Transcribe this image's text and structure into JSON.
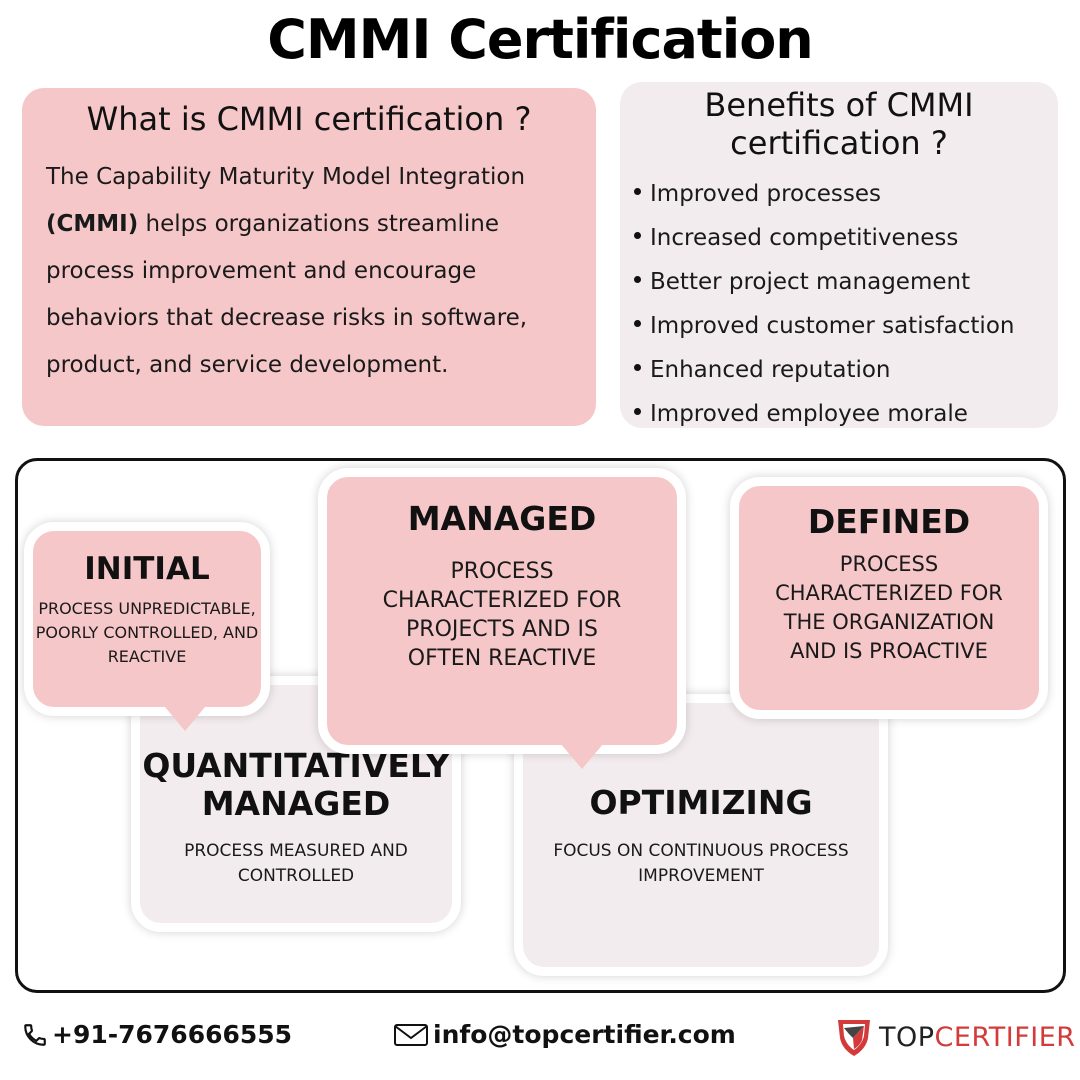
{
  "title": "CMMI Certification",
  "what": {
    "heading": "What is CMMI certification ?",
    "body_start": "The Capability Maturity Model Integration ",
    "body_bold": "(CMMI)",
    "body_end": " helps organizations streamline process improvement and encourage behaviors that decrease risks in software, product, and service development."
  },
  "benefits": {
    "heading_line1": "Benefits of CMMI",
    "heading_line2": "certification ?",
    "items": [
      "Improved processes",
      "Increased competitiveness",
      "Better project management",
      "Improved customer satisfaction",
      "Enhanced reputation",
      "Improved employee morale"
    ]
  },
  "levels": {
    "initial": {
      "title": "INITIAL",
      "desc": "PROCESS UNPREDICTABLE, POORLY CONTROLLED, AND REACTIVE"
    },
    "managed": {
      "title": "MANAGED",
      "desc": "PROCESS CHARACTERIZED FOR PROJECTS AND IS OFTEN REACTIVE"
    },
    "defined": {
      "title": "DEFINED",
      "desc": "PROCESS CHARACTERIZED FOR THE ORGANIZATION AND IS PROACTIVE"
    },
    "quantitative": {
      "title_line1": "QUANTITATIVELY",
      "title_line2": "MANAGED",
      "desc": "PROCESS MEASURED AND CONTROLLED"
    },
    "optimizing": {
      "title": "OPTIMIZING",
      "desc": "FOCUS ON CONTINUOUS PROCESS IMPROVEMENT"
    }
  },
  "footer": {
    "phone": "+91-7676666555",
    "email": "info@topcertifier.com",
    "logo_part1": "TOP",
    "logo_part2": "CERTIFIER",
    "phone_icon": "phone-icon",
    "email_icon": "envelope-icon"
  },
  "colors": {
    "pink": "#f6c7c9",
    "grey": "#f3ecee",
    "logo_red": "#d33a3a"
  }
}
